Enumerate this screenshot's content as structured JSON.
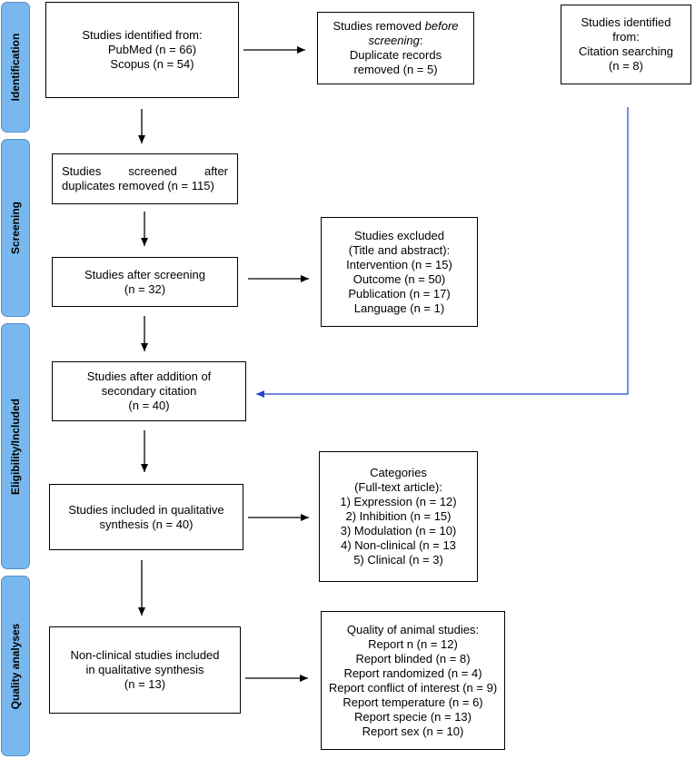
{
  "phases": {
    "identification": "Identification",
    "screening": "Screening",
    "eligibility": "Eligibility/Included",
    "quality": "Quality analyses"
  },
  "boxes": {
    "identified": {
      "title": "Studies identified from:",
      "lines": [
        "PubMed (n = 66)",
        "Scopus (n = 54)"
      ]
    },
    "removed": {
      "line1_prefix": "Studies removed ",
      "line1_em": "before",
      "line2": "screening",
      "line2_suffix": ":",
      "lines": [
        "Duplicate records",
        "removed (n = 5)"
      ]
    },
    "citation": {
      "lines": [
        "Studies identified",
        "from:",
        "Citation searching",
        "(n = 8)"
      ]
    },
    "screened": {
      "lines": [
        "Studies screened after",
        "duplicates removed (n = 115)"
      ]
    },
    "after_screening": {
      "lines": [
        "Studies after screening",
        "(n = 32)"
      ]
    },
    "excluded": {
      "lines": [
        "Studies excluded",
        "(Title and abstract):",
        "Intervention (n = 15)",
        "Outcome (n = 50)",
        "Publication (n = 17)",
        "Language (n = 1)"
      ]
    },
    "secondary": {
      "lines": [
        "Studies after addition of",
        "secondary citation",
        "(n = 40)"
      ]
    },
    "included": {
      "lines": [
        "Studies included in qualitative",
        "synthesis (n = 40)"
      ]
    },
    "categories": {
      "lines": [
        "Categories",
        "(Full-text article):",
        "1) Expression (n = 12)",
        "2) Inhibition (n = 15)",
        "3) Modulation (n = 10)",
        "4) Non-clinical (n = 13",
        "5) Clinical (n = 3)"
      ]
    },
    "nonclinical": {
      "lines": [
        "Non-clinical studies included",
        "in qualitative synthesis",
        "(n = 13)"
      ]
    },
    "quality": {
      "lines": [
        "Quality of animal studies:",
        "Report n (n = 12)",
        "Report blinded (n = 8)",
        "Report randomized (n = 4)",
        "Report conflict of interest (n = 9)",
        "Report temperature (n = 6)",
        "Report specie (n = 13)",
        "Report sex (n = 10)"
      ]
    }
  },
  "colors": {
    "phase_fill": "#79b8ee",
    "citation_arrow": "#2244cc"
  }
}
